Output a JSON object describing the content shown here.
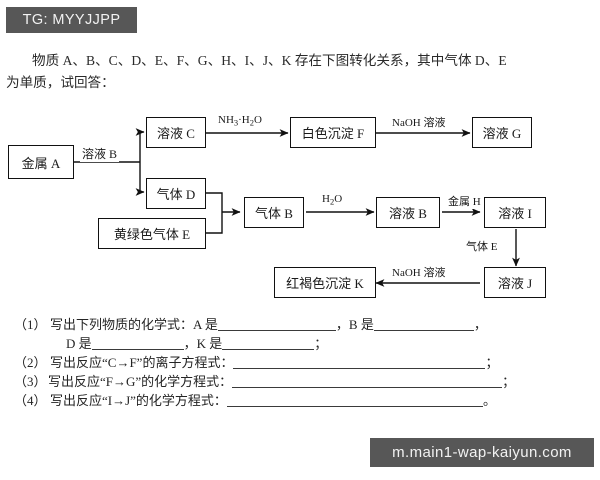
{
  "watermarks": {
    "top": "TG: MYYJJPP",
    "bottom": "m.main1-wap-kaiyun.com"
  },
  "intro": {
    "line1": "物质 A、B、C、D、E、F、G、H、I、J、K 存在下图转化关系，其中气体 D、E",
    "line2": "为单质，试回答："
  },
  "diagram": {
    "nodes": [
      {
        "id": "A",
        "label": "金属 A"
      },
      {
        "id": "C",
        "label": "溶液 C"
      },
      {
        "id": "F",
        "label": "白色沉淀 F"
      },
      {
        "id": "G",
        "label": "溶液 G"
      },
      {
        "id": "D",
        "label": "气体 D"
      },
      {
        "id": "E",
        "label": "黄绿色气体 E"
      },
      {
        "id": "B",
        "label": "气体 B"
      },
      {
        "id": "Bsol",
        "label": "溶液 B"
      },
      {
        "id": "I",
        "label": "溶液 I"
      },
      {
        "id": "J",
        "label": "溶液 J"
      },
      {
        "id": "K",
        "label": "红褐色沉淀 K"
      }
    ],
    "edges": [
      {
        "id": "a-split",
        "label": "溶液 B"
      },
      {
        "id": "c-f",
        "label_pre": "NH",
        "label_sub": "3",
        "label_mid": "·H",
        "label_sub2": "2",
        "label_post": "O"
      },
      {
        "id": "f-g",
        "label": "NaOH 溶液"
      },
      {
        "id": "b-bsol",
        "label_pre": "H",
        "label_sub": "2",
        "label_post": "O"
      },
      {
        "id": "bsol-i",
        "label": "金属 H"
      },
      {
        "id": "i-j",
        "label": "气体 E"
      },
      {
        "id": "j-k",
        "label": "NaOH 溶液"
      }
    ]
  },
  "questions": [
    {
      "num": "（1）",
      "text": "写出下列物质的化学式：A 是",
      "text2": "，B 是",
      "text3": "，",
      "line2_pre": "D 是",
      "line2_mid": "，K 是",
      "line2_end": "；"
    },
    {
      "num": "（2）",
      "text": "写出反应“C→F”的离子方程式：",
      "end": "；"
    },
    {
      "num": "（3）",
      "text": "写出反应“F→G”的化学方程式：",
      "end": "；"
    },
    {
      "num": "（4）",
      "text": "写出反应“I→J”的化学方程式：",
      "end": "。"
    }
  ]
}
